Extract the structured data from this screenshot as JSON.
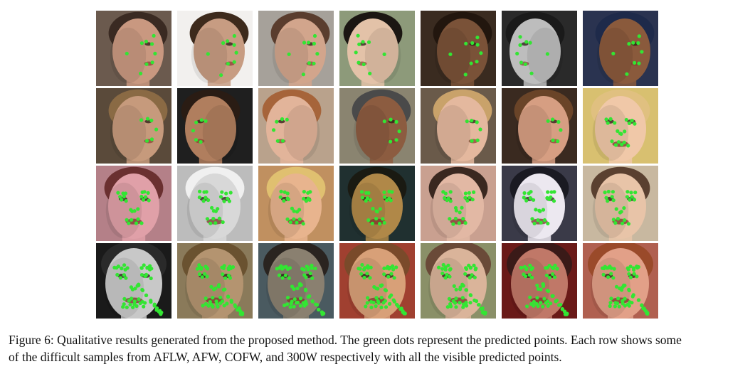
{
  "figure": {
    "label": "Figure 6:",
    "caption_lines": [
      "Qualitative results generated from the proposed method. The green dots represent the predicted points. Each row shows some",
      "of the difficult samples from AFLW, AFW, COFW, and 300W respectively with all the visible predicted points."
    ]
  },
  "colors": {
    "landmark": "#33e533",
    "background": "#ffffff",
    "text": "#111111"
  },
  "grid": {
    "rows": 4,
    "columns": 7,
    "rows_meta": [
      {
        "dataset": "AFLW",
        "pose": "profile",
        "landmark_count": 9
      },
      {
        "dataset": "AFW",
        "pose": "profile",
        "landmark_count": 6
      },
      {
        "dataset": "COFW",
        "pose": "frontal",
        "landmark_count": 29
      },
      {
        "dataset": "300W",
        "pose": "frontal",
        "landmark_count": 68
      }
    ],
    "cells": [
      [
        {
          "skin": "#c99880",
          "hair": "#3a2a22",
          "bg": "#6b5a4e",
          "facing": "right"
        },
        {
          "skin": "#c79c82",
          "hair": "#3d2a1c",
          "bg": "#f2f0ee",
          "facing": "right"
        },
        {
          "skin": "#d2a58c",
          "hair": "#5a3d2e",
          "bg": "#a6a19a",
          "facing": "right"
        },
        {
          "skin": "#e3c2a8",
          "hair": "#1b1612",
          "bg": "#8d9a7a",
          "facing": "left"
        },
        {
          "skin": "#7a5238",
          "hair": "#22160e",
          "bg": "#3a2b20",
          "facing": "right"
        },
        {
          "skin": "#bdbdbd",
          "hair": "#1a1a1a",
          "bg": "#2a2a2a",
          "facing": "left"
        },
        {
          "skin": "#8a5a3c",
          "hair": "#1e2a4a",
          "bg": "#2a3350",
          "facing": "right"
        }
      ],
      [
        {
          "skin": "#c69a7c",
          "hair": "#8a6a44",
          "bg": "#5a4a3a",
          "facing": "right"
        },
        {
          "skin": "#b07e5e",
          "hair": "#2a1c14",
          "bg": "#1f1f1f",
          "facing": "left"
        },
        {
          "skin": "#e2b49a",
          "hair": "#a6643a",
          "bg": "#b9a28c",
          "facing": "left"
        },
        {
          "skin": "#8c5c40",
          "hair": "#4a4a4a",
          "bg": "#8a8470",
          "facing": "right"
        },
        {
          "skin": "#e4b89e",
          "hair": "#c9a26a",
          "bg": "#6a5a4a",
          "facing": "right"
        },
        {
          "skin": "#d69e82",
          "hair": "#6a4428",
          "bg": "#3a2a20",
          "facing": "right"
        },
        {
          "skin": "#f0c8a8",
          "hair": "#e0c080",
          "bg": "#d8c070",
          "facing": "front"
        }
      ],
      [
        {
          "skin": "#e0a0a8",
          "hair": "#6a3030",
          "bg": "#b48088",
          "facing": "front"
        },
        {
          "skin": "#d8d8d8",
          "hair": "#f0f0f0",
          "bg": "#bcbcbc",
          "facing": "front"
        },
        {
          "skin": "#e8b48e",
          "hair": "#e0c070",
          "bg": "#c09060",
          "facing": "front"
        },
        {
          "skin": "#b08848",
          "hair": "#1a1a12",
          "bg": "#203030",
          "facing": "front"
        },
        {
          "skin": "#e2b8a4",
          "hair": "#3a2820",
          "bg": "#c9a090",
          "facing": "front"
        },
        {
          "skin": "#ece8f0",
          "hair": "#1a1a22",
          "bg": "#3a3a48",
          "facing": "front"
        },
        {
          "skin": "#e8c4a8",
          "hair": "#5a4030",
          "bg": "#c8b8a0",
          "facing": "front"
        }
      ],
      [
        {
          "skin": "#c8c8c8",
          "hair": "#2a2a2a",
          "bg": "#1a1a1a",
          "facing": "front"
        },
        {
          "skin": "#b49470",
          "hair": "#6a5230",
          "bg": "#8a7a5a",
          "facing": "front"
        },
        {
          "skin": "#8a8070",
          "hair": "#2a2420",
          "bg": "#4a5a60",
          "facing": "front"
        },
        {
          "skin": "#d8a078",
          "hair": "#7a4a2a",
          "bg": "#a04030",
          "facing": "front"
        },
        {
          "skin": "#dab49a",
          "hair": "#6a4a38",
          "bg": "#8a9068",
          "facing": "front"
        },
        {
          "skin": "#c07868",
          "hair": "#3a1a18",
          "bg": "#6a1a18",
          "facing": "front"
        },
        {
          "skin": "#e2a088",
          "hair": "#9a4a2a",
          "bg": "#b06050",
          "facing": "front"
        }
      ]
    ]
  }
}
